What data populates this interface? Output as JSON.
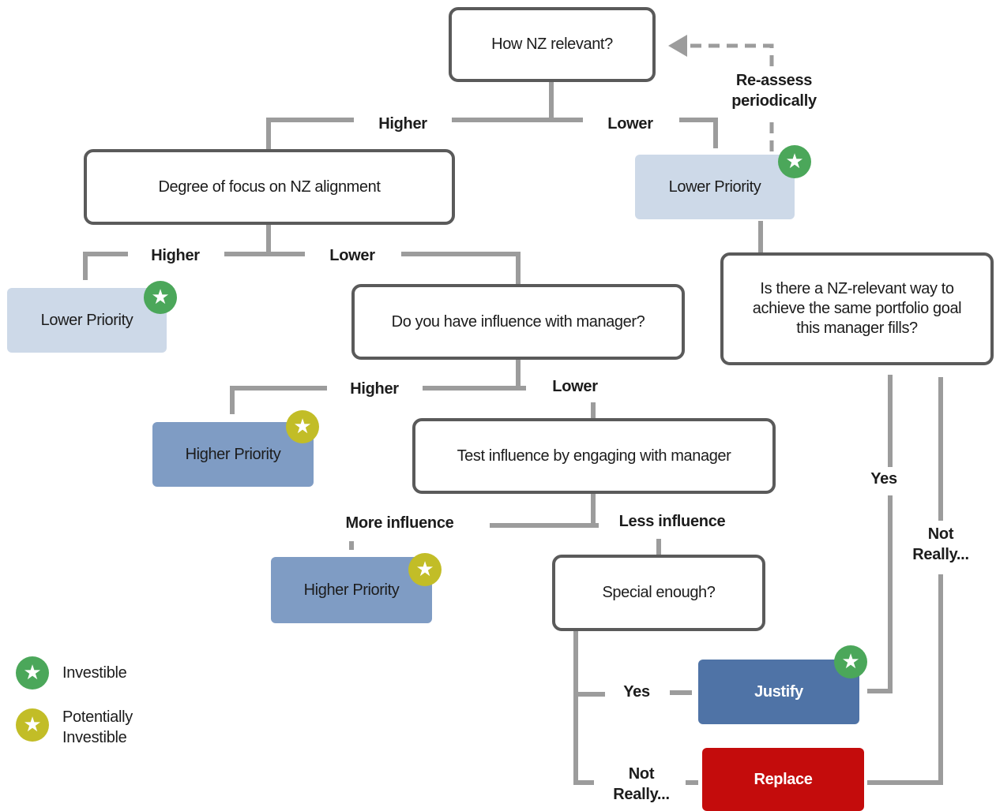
{
  "nodes": {
    "nz_relevant": "How NZ relevant?",
    "focus_alignment": "Degree of focus on NZ alignment",
    "lower_priority_right": "Lower Priority",
    "lower_priority_left": "Lower Priority",
    "influence_question": "Do you have influence with manager?",
    "nz_way_question": "Is there a NZ-relevant way to achieve the same portfolio goal this manager fills?",
    "higher_priority_1": "Higher Priority",
    "test_influence": "Test influence by engaging with manager",
    "higher_priority_2": "Higher Priority",
    "special_enough": "Special enough?",
    "justify": "Justify",
    "replace": "Replace"
  },
  "edge_labels": {
    "reassess": "Re-assess periodically",
    "top_higher": "Higher",
    "top_lower": "Lower",
    "focus_higher": "Higher",
    "focus_lower": "Lower",
    "influence_higher": "Higher",
    "influence_lower": "Lower",
    "more_influence": "More influence",
    "less_influence": "Less influence",
    "special_yes": "Yes",
    "special_not_really": "Not Really...",
    "nz_way_yes": "Yes",
    "nz_way_not_really": "Not Really..."
  },
  "legend": {
    "investible": "Investible",
    "potentially_investible": "Potentially Investible"
  },
  "icons": {
    "investible": "green-star-icon",
    "potentially_investible": "yellow-star-icon",
    "star_glyph": "★"
  },
  "colors": {
    "investible_star": "#4ba75a",
    "potentially_investible_star": "#c2bd27",
    "lower_priority": "#cdd9e8",
    "higher_priority": "#7f9cc4",
    "justify": "#4f73a6",
    "replace": "#c40c0c",
    "connector": "#9c9c9c"
  }
}
